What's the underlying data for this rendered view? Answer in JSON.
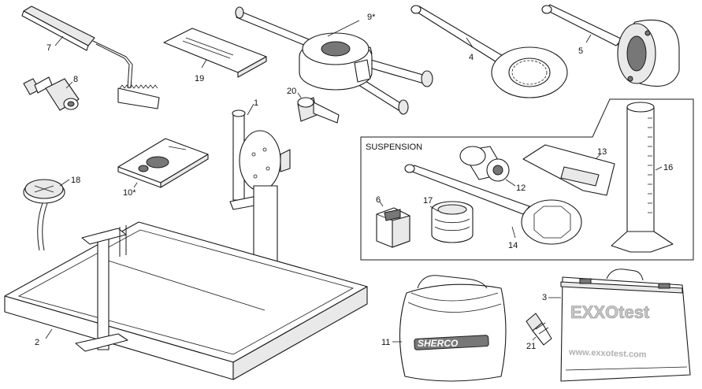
{
  "section_title": "SUSPENSION",
  "callouts": {
    "c1": "1",
    "c2": "2",
    "c3": "3",
    "c4": "4",
    "c5": "5",
    "c6": "6",
    "c7": "7",
    "c8": "8",
    "c9": "9*",
    "c10": "10*",
    "c11": "11",
    "c12": "12",
    "c13": "13",
    "c14": "14",
    "c16": "16",
    "c17": "17",
    "c18": "18",
    "c19": "19",
    "c20": "20",
    "c21": "21"
  },
  "bag_brand": "SHERCO",
  "case_brand": "EXXOtest",
  "case_url": "www.exxotest.com",
  "colors": {
    "line": "#1a1a1a",
    "fill": "#ffffff",
    "shade": "#e9e9e9"
  }
}
